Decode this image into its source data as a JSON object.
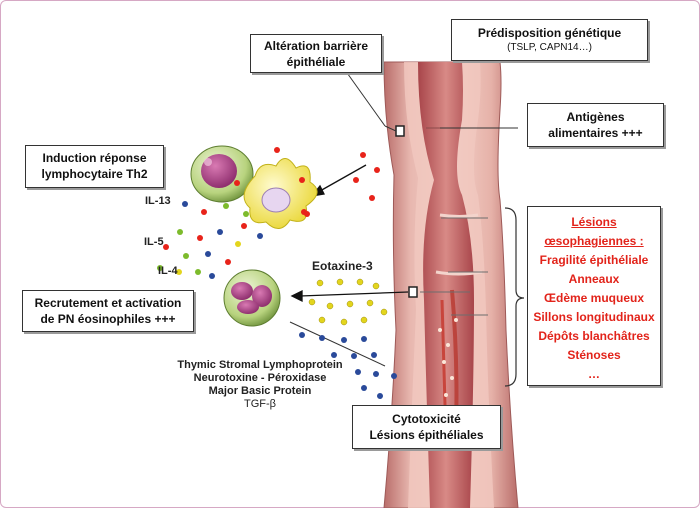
{
  "boxes": {
    "genetic": {
      "title": "Prédisposition génétique",
      "subtitle": "(TSLP, CAPN14…)"
    },
    "barrier": {
      "line1": "Altération barrière",
      "line2": "épithéliale"
    },
    "antigens": {
      "line1": "Antigènes",
      "line2": "alimentaires +++"
    },
    "th2": {
      "line1": "Induction réponse",
      "line2": "lymphocytaire Th2"
    },
    "recruitment": {
      "line1": "Recrutement et activation",
      "line2": "de PN éosinophiles +++"
    },
    "cytotox": {
      "line1": "Cytotoxicité",
      "line2": "Lésions épithéliales"
    }
  },
  "cytokines": [
    "IL-13",
    "IL-5",
    "IL-4"
  ],
  "eotaxin": "Eotaxine-3",
  "proteins": [
    "Thymic Stromal Lymphoprotein",
    "Neurotoxine - Péroxidase",
    "Major Basic Protein",
    "TGF-β"
  ],
  "lesions": {
    "title_line1": "Lésions",
    "title_line2": "œsophagiennes :",
    "items": [
      "Fragilité épithéliale",
      "Anneaux",
      "Œdème muqueux",
      "Sillons longitudinaux",
      "Dépôts blanchâtres",
      "Sténoses",
      "…"
    ]
  },
  "colors": {
    "lesion_text": "#e2231a",
    "dot_red": "#e8231a",
    "dot_green": "#7dbb2c",
    "dot_blue": "#2a4a9a",
    "dot_yellow": "#e3d51d",
    "frame": "#d6a8c4"
  }
}
